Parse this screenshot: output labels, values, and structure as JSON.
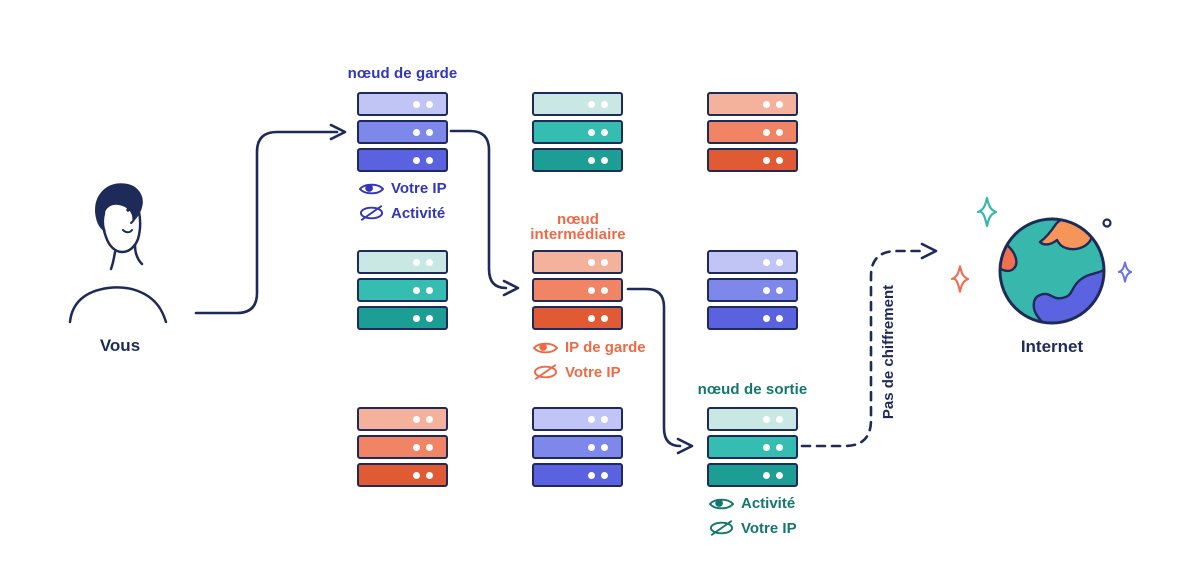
{
  "colors": {
    "navy": "#1e2b58",
    "blue_label": "#3236b8",
    "orange_label": "#ee6a47",
    "teal_label": "#14766e"
  },
  "palettes": {
    "blue": [
      "#c0c5f5",
      "#7e87ea",
      "#5a62e0"
    ],
    "teal": [
      "#c9e8e4",
      "#35bdb2",
      "#1d9e94"
    ],
    "salmon": [
      "#f4b29d",
      "#f08465",
      "#e05a33"
    ]
  },
  "person": {
    "label": "Vous"
  },
  "guard_node": {
    "title": "nœud de garde",
    "rows": [
      {
        "icon": "eye-open-icon",
        "label": "Votre IP"
      },
      {
        "icon": "eye-crossed-icon",
        "label": "Activité"
      }
    ]
  },
  "middle_node": {
    "title": "nœud intermédiaire",
    "rows": [
      {
        "icon": "eye-open-icon",
        "label": "IP de garde"
      },
      {
        "icon": "eye-crossed-icon",
        "label": "Votre IP"
      }
    ]
  },
  "exit_node": {
    "title": "nœud de sortie",
    "rows": [
      {
        "icon": "eye-open-icon",
        "label": "Activité"
      },
      {
        "icon": "eye-crossed-icon",
        "label": "Votre IP"
      }
    ]
  },
  "encryption_note": "Pas de chiffrement",
  "internet": {
    "label": "Internet"
  }
}
